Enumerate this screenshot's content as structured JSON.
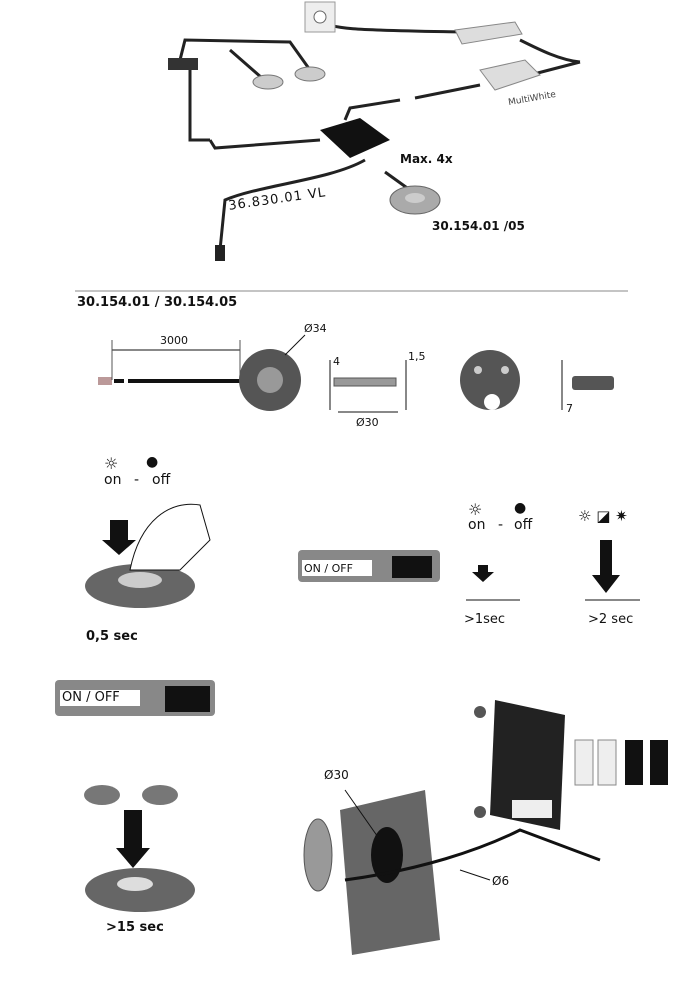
{
  "wiring": {
    "device_label": "MultiWhite",
    "max_label": "Max. 4x",
    "cable_code": "36.830.01  VL",
    "switch_code": "30.154.01 /05"
  },
  "section": {
    "title": "30.154.01 / 30.154.05"
  },
  "dimensions": {
    "cable_length": "3000",
    "outer_diameter": "Ø34",
    "height": "4",
    "flange": "1,5",
    "inner_diameter": "Ø30",
    "depth": "7"
  },
  "operation": {
    "on": "on",
    "dash": "-",
    "off": "off",
    "t1": "0,5 sec",
    "t2": ">1sec",
    "t3": ">2 sec",
    "t4": ">15 sec",
    "switch_label": "ON / OFF"
  },
  "mounting": {
    "hole": "Ø30",
    "cable": "Ø6"
  }
}
